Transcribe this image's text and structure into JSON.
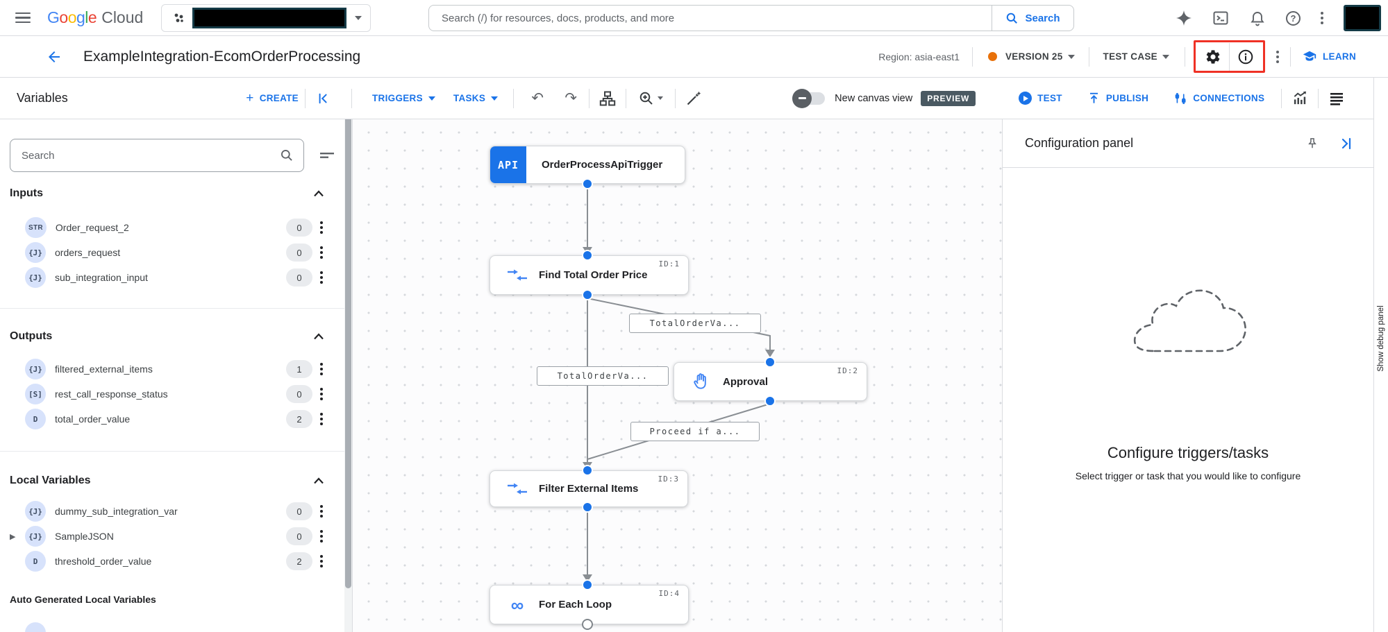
{
  "topbar": {
    "logo": {
      "google": "Google",
      "cloud": "Cloud"
    },
    "search_placeholder": "Search (/) for resources, docs, products, and more",
    "search_button_label": "Search"
  },
  "header": {
    "title": "ExampleIntegration-EcomOrderProcessing",
    "region_label": "Region: asia-east1",
    "version_label": "VERSION 25",
    "test_case_label": "TEST CASE",
    "learn_label": "LEARN"
  },
  "toolbar": {
    "variables_title": "Variables",
    "create_label": "CREATE",
    "triggers_label": "TRIGGERS",
    "tasks_label": "TASKS",
    "canvas_toggle_label": "New canvas view",
    "preview_badge": "PREVIEW",
    "test_label": "TEST",
    "publish_label": "PUBLISH",
    "connections_label": "CONNECTIONS"
  },
  "sidebar": {
    "search_placeholder": "Search",
    "sections": [
      {
        "title": "Inputs",
        "items": [
          {
            "type": "STR",
            "name": "Order_request_2",
            "count": "0"
          },
          {
            "type": "{J}",
            "name": "orders_request",
            "count": "0"
          },
          {
            "type": "{J}",
            "name": "sub_integration_input",
            "count": "0"
          }
        ]
      },
      {
        "title": "Outputs",
        "items": [
          {
            "type": "{J}",
            "name": "filtered_external_items",
            "count": "1"
          },
          {
            "type": "[S]",
            "name": "rest_call_response_status",
            "count": "0"
          },
          {
            "type": "D",
            "name": "total_order_value",
            "count": "2"
          }
        ]
      },
      {
        "title": "Local Variables",
        "items": [
          {
            "type": "{J}",
            "name": "dummy_sub_integration_var",
            "count": "0"
          },
          {
            "type": "{J}",
            "name": "SampleJSON",
            "count": "0"
          },
          {
            "type": "D",
            "name": "threshold_order_value",
            "count": "2"
          }
        ]
      }
    ],
    "auto_generated_title": "Auto Generated Local Variables"
  },
  "canvas": {
    "trigger": {
      "badge": "API",
      "title": "OrderProcessApiTrigger"
    },
    "nodes": [
      {
        "id": "ID:1",
        "title": "Find Total Order Price"
      },
      {
        "id": "ID:2",
        "title": "Approval"
      },
      {
        "id": "ID:3",
        "title": "Filter External Items"
      },
      {
        "id": "ID:4",
        "title": "For Each Loop"
      }
    ],
    "edge_labels": [
      {
        "text": "TotalOrderVa..."
      },
      {
        "text": "TotalOrderVa..."
      },
      {
        "text": "Proceed if a..."
      }
    ]
  },
  "config_panel": {
    "title": "Configuration panel",
    "empty_heading": "Configure triggers/tasks",
    "empty_subheading": "Select trigger or task that you would like to configure"
  },
  "debug": {
    "show_label": "Show debug panel"
  },
  "icons": {
    "undo": "↶",
    "redo": "↷",
    "help": "?",
    "expander": "▶",
    "loop": "∞"
  },
  "colors": {
    "accent_blue": "#1a73e8",
    "version_dot_orange": "#e8710a",
    "highlight_red": "#ef3125",
    "preview_badge_bg": "#4a5962",
    "node_dot_blue": "#1a73e8"
  }
}
